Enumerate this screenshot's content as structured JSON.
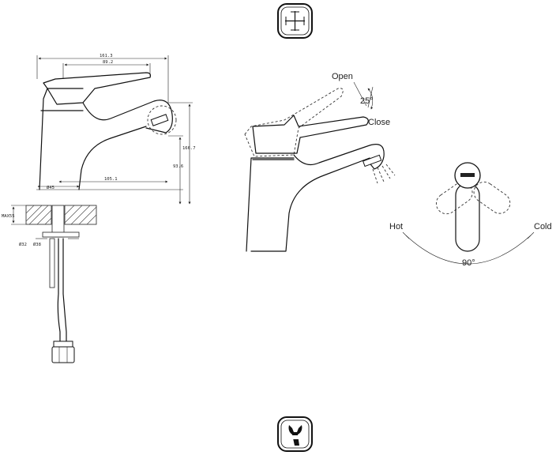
{
  "top_icon": "measurement-cross-icon",
  "bottom_icon": "wrench-icon",
  "dimensions": {
    "overall_width": "161.3",
    "lever_width": "89.2",
    "height_total": "166.7",
    "height_spout": "93.6",
    "spout_reach": "105.1",
    "base_diameter": "Ø45",
    "max_thickness": "MAX55",
    "hole_a": "Ø32",
    "hole_b": "Ø38"
  },
  "lever_motion": {
    "open_label": "Open",
    "close_label": "Close",
    "angle": "25°"
  },
  "rotation": {
    "hot_label": "Hot",
    "cold_label": "Cold",
    "angle": "90°"
  }
}
